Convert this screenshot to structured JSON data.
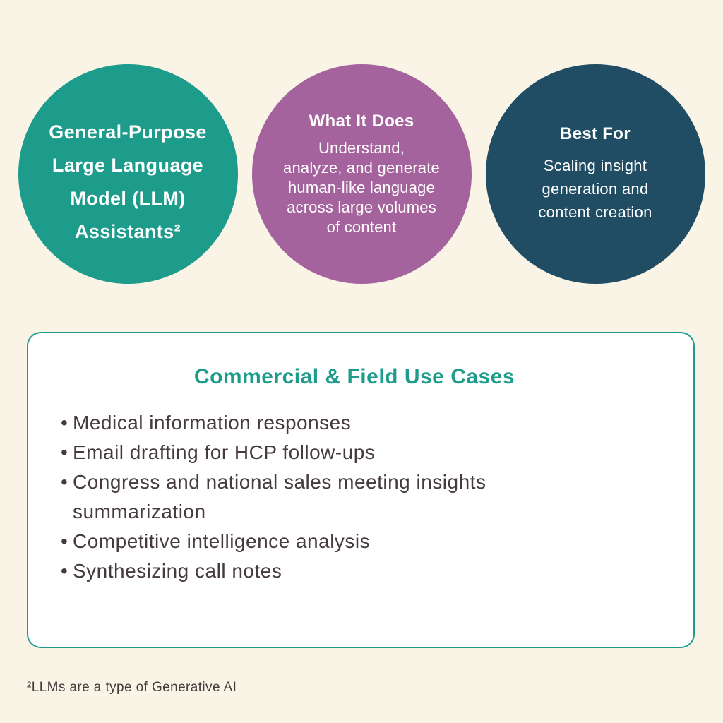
{
  "colors": {
    "background": "#FAF4E6",
    "teal": "#1D9C8C",
    "purple": "#A4639D",
    "navy": "#204D64",
    "card_border": "#1D9C8C",
    "card_title": "#1D9C8C",
    "body_text": "#453A3C",
    "circle_text": "#FFFFFF"
  },
  "circles": [
    {
      "name": "general-purpose-llm-assistants",
      "color": "#1D9C8C",
      "lines": [
        "General-Purpose",
        "Large Language",
        "Model (LLM)",
        "Assistants²"
      ]
    },
    {
      "name": "what-it-does",
      "color": "#A4639D",
      "title": "What It Does",
      "lines": [
        "Understand,",
        "analyze, and generate",
        "human-like language",
        "across large volumes",
        "of content"
      ]
    },
    {
      "name": "best-for",
      "color": "#204D64",
      "title": "Best For",
      "lines": [
        "Scaling insight",
        "generation and",
        "content creation"
      ]
    }
  ],
  "card": {
    "title": "Commercial & Field Use Cases",
    "bullet_char": "•",
    "bullets": [
      "Medical information responses",
      "Email drafting for HCP follow-ups",
      "Congress and national sales meeting insights summarization",
      "Competitive intelligence analysis",
      "Synthesizing call notes"
    ]
  },
  "footnote": "²LLMs are a type of Generative AI"
}
